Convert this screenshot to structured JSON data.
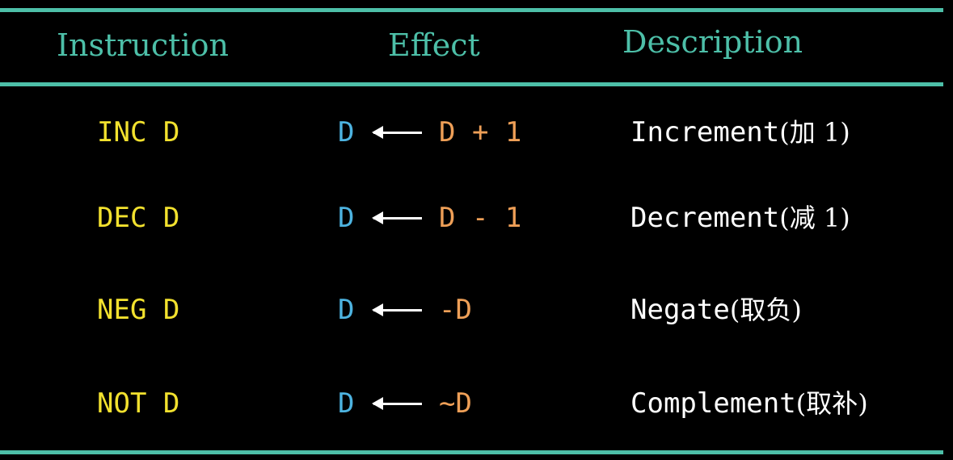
{
  "colors": {
    "background": "#000000",
    "rule": "#4dbfa8",
    "header_text": "#4dbfa8",
    "instruction": "#f2e12e",
    "destination": "#4db3e0",
    "source": "#ee9f57",
    "description": "#ffffff"
  },
  "headers": {
    "instruction": "Instruction",
    "effect": "Effect",
    "description": "Description"
  },
  "rows": [
    {
      "instruction": "INC D",
      "dest": "D",
      "arrow": "left-arrow-icon",
      "source": "D + 1",
      "desc_en": "Increment",
      "desc_zh": "(加 1)"
    },
    {
      "instruction": "DEC D",
      "dest": "D",
      "arrow": "left-arrow-icon",
      "source": "D - 1",
      "desc_en": "Decrement",
      "desc_zh": "(减 1)"
    },
    {
      "instruction": "NEG D",
      "dest": "D",
      "arrow": "left-arrow-icon",
      "source": "-D",
      "desc_en": "Negate",
      "desc_zh": "(取负)"
    },
    {
      "instruction": "NOT D",
      "dest": "D",
      "arrow": "left-arrow-icon",
      "source": "~D",
      "desc_en": "Complement",
      "desc_zh": "(取补)"
    }
  ]
}
